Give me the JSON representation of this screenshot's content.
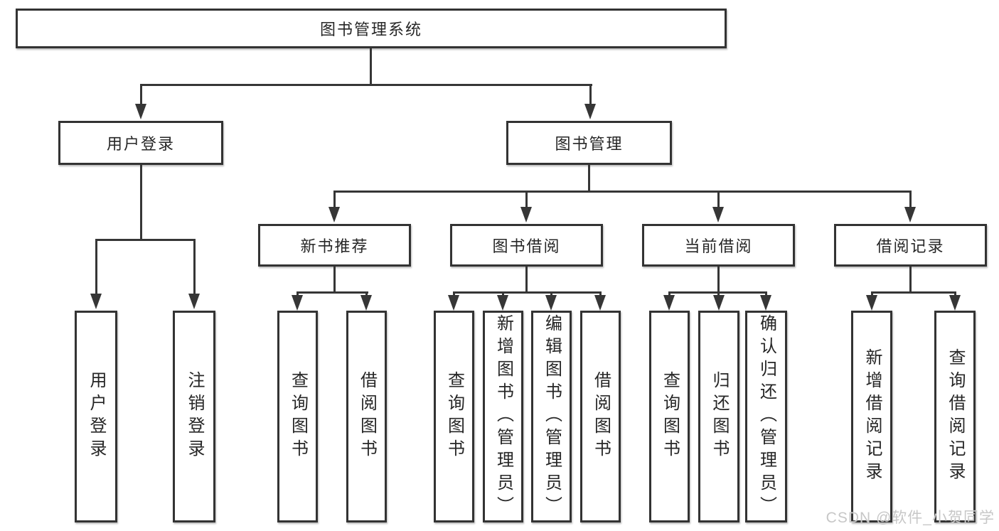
{
  "colors": {
    "line": "#363636",
    "border": "#333333",
    "text": "#262626",
    "watermark": "#c7c7c7",
    "background": "#ffffff"
  },
  "tree": {
    "root": {
      "label": "图书管理系统"
    },
    "level2": [
      {
        "label": "用户登录"
      },
      {
        "label": "图书管理"
      }
    ],
    "level3": [
      {
        "label": "新书推荐"
      },
      {
        "label": "图书借阅"
      },
      {
        "label": "当前借阅"
      },
      {
        "label": "借阅记录"
      }
    ],
    "leaves": {
      "user": [
        "用户登录",
        "注销登录"
      ],
      "newbook": [
        "查询图书",
        "借阅图书"
      ],
      "borrow": [
        "查询图书",
        "新增图书（管理员）",
        "编辑图书（管理员）",
        "借阅图书"
      ],
      "current": [
        "查询图书",
        "归还图书",
        "确认归还（管理员）"
      ],
      "record": [
        "新增借阅记录",
        "查询借阅记录"
      ]
    }
  },
  "watermark": "CSDN @软件_小贺同学"
}
